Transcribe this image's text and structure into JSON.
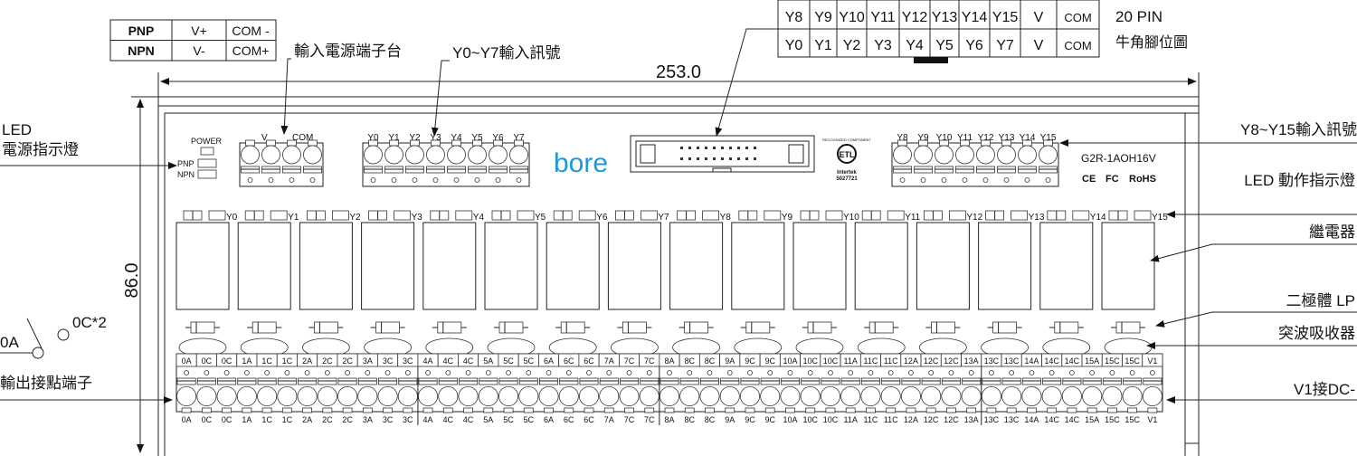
{
  "mode_table": [
    {
      "type": "PNP",
      "power": "V+",
      "common": "COM -"
    },
    {
      "type": "NPN",
      "power": "V-",
      "common": "COM+"
    }
  ],
  "pin_table": {
    "rows": [
      [
        "Y8",
        "Y9",
        "Y10",
        "Y11",
        "Y12",
        "Y13",
        "Y14",
        "Y15",
        "V",
        "COM"
      ],
      [
        "Y0",
        "Y1",
        "Y2",
        "Y3",
        "Y4",
        "Y5",
        "Y6",
        "Y7",
        "V",
        "COM"
      ]
    ],
    "title": "20 PIN",
    "subtitle": "牛角腳位圖"
  },
  "dimensions": {
    "width": "253.0",
    "height": "86.0"
  },
  "annotations": {
    "power_terminal": "輸入電源端子台",
    "y0_y7_input": "Y0~Y7輸入訊號",
    "led_power_1": "LED",
    "led_power_2": "電源指示燈",
    "switch_0a": "0A",
    "switch_0c": "0C*2",
    "output_terminal": "輸出接點端子",
    "y8_y15_input": "Y8~Y15輸入訊號",
    "led_action": "LED 動作指示燈",
    "relay": "繼電器",
    "diode": "二極體 LP",
    "surge": "突波吸收器",
    "v1": "V1接DC-"
  },
  "board": {
    "brand": "bore",
    "model": "G2R-1AOH16V",
    "power_label": "POWER",
    "pnp_label": "PNP",
    "npn_label": "NPN",
    "power_terminal_labels": [
      "V",
      "COM"
    ],
    "input_labels_a": [
      "Y0",
      "Y1",
      "Y2",
      "Y3",
      "Y4",
      "Y5",
      "Y6",
      "Y7"
    ],
    "input_labels_b": [
      "Y8",
      "Y9",
      "Y10",
      "Y11",
      "Y12",
      "Y13",
      "Y14",
      "Y15"
    ],
    "cert_etl_top": "RECOGNIZED COMPONENT",
    "cert_etl": "ETL",
    "cert_intertek": "Intertek",
    "cert_number": "5027721",
    "certs": [
      "CE",
      "FC",
      "RoHS"
    ],
    "led_labels": [
      "Y0",
      "Y1",
      "Y2",
      "Y3",
      "Y4",
      "Y5",
      "Y6",
      "Y7",
      "Y8",
      "Y9",
      "Y10",
      "Y11",
      "Y12",
      "Y13",
      "Y14",
      "Y15"
    ],
    "output_terminals": [
      "0A",
      "0C",
      "0C",
      "1A",
      "1C",
      "1C",
      "2A",
      "2C",
      "2C",
      "3A",
      "3C",
      "3C",
      "4A",
      "4C",
      "4C",
      "5A",
      "5C",
      "5C",
      "6A",
      "6C",
      "6C",
      "7A",
      "7C",
      "7C",
      "8A",
      "8C",
      "8C",
      "9A",
      "9C",
      "9C",
      "10A",
      "10C",
      "10C",
      "11A",
      "11C",
      "11C",
      "12A",
      "12C",
      "12C",
      "13A",
      "13C",
      "13C",
      "14A",
      "14C",
      "14C",
      "15A",
      "15C",
      "15C",
      "V1"
    ],
    "brand_color": "#1a9ad6"
  }
}
